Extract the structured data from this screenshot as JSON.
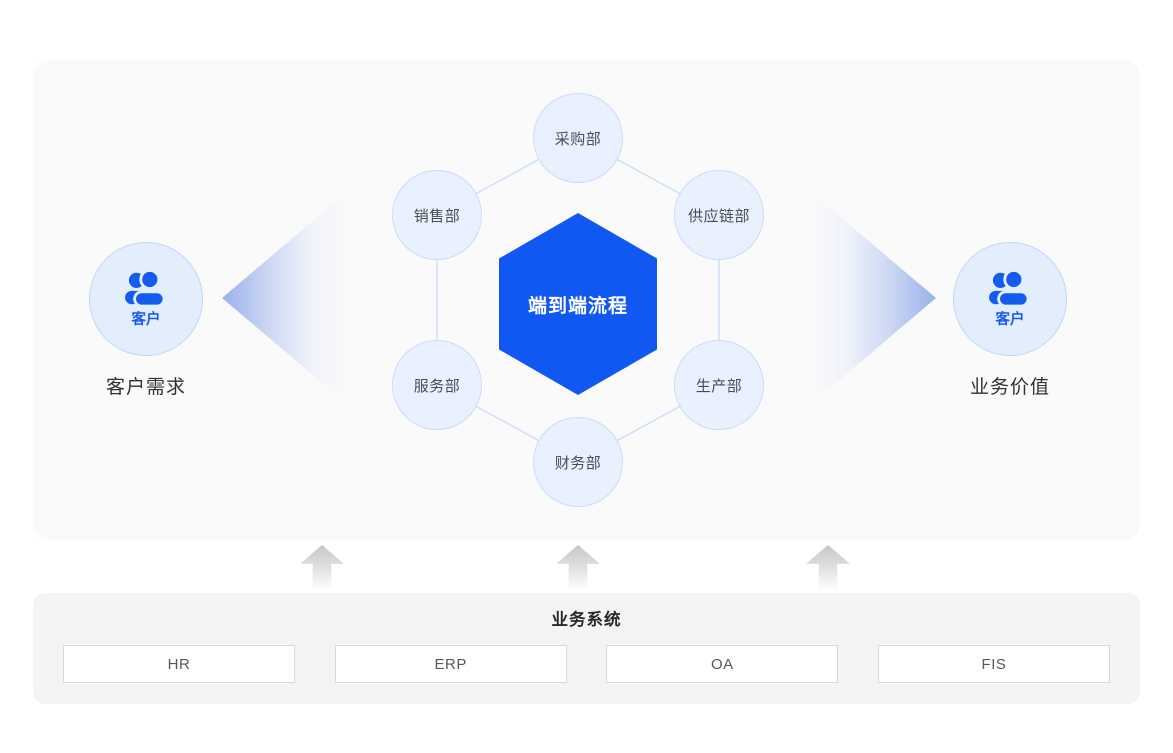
{
  "diagram": {
    "center_label": "端到端流程",
    "departments": [
      {
        "label": "采购部"
      },
      {
        "label": "销售部"
      },
      {
        "label": "供应链部"
      },
      {
        "label": "服务部"
      },
      {
        "label": "生产部"
      },
      {
        "label": "财务部"
      }
    ],
    "left_actor": {
      "icon": "users-icon",
      "badge": "客户",
      "caption": "客户需求"
    },
    "right_actor": {
      "icon": "users-icon",
      "badge": "客户",
      "caption": "业务价值"
    }
  },
  "systems": {
    "title": "业务系统",
    "items": [
      {
        "label": "HR"
      },
      {
        "label": "ERP"
      },
      {
        "label": "OA"
      },
      {
        "label": "FIS"
      }
    ]
  },
  "colors": {
    "accent_blue": "#1157f2",
    "node_fill": "#e9f1fe",
    "node_border": "#cbdcfa",
    "actor_fill": "#e3eefc",
    "actor_border": "#bfd6f9",
    "icon_blue": "#155bef",
    "card_bg": "#fafafb",
    "systems_bar_bg": "#f4f4f5"
  }
}
